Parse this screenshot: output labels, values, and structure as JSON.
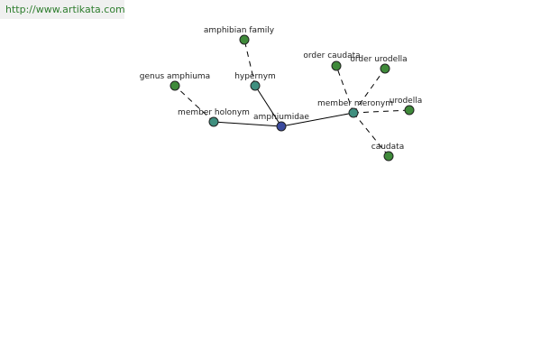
{
  "watermark": "http://www.artikata.com",
  "colors": {
    "center": "#3a4a9e",
    "relation": "#3f8f7f",
    "leaf": "#3f8a3a"
  },
  "nodes": [
    {
      "id": "amphiumidae",
      "label": "amphiumidae",
      "kind": "center"
    },
    {
      "id": "member-holonym",
      "label": "member holonym",
      "kind": "relation"
    },
    {
      "id": "hypernym",
      "label": "hypernym",
      "kind": "relation"
    },
    {
      "id": "member-meronym",
      "label": "member meronym",
      "kind": "relation"
    },
    {
      "id": "genus-amphiuma",
      "label": "genus amphiuma",
      "kind": "leaf"
    },
    {
      "id": "amphibian-family",
      "label": "amphibian family",
      "kind": "leaf"
    },
    {
      "id": "order-caudata",
      "label": "order caudata",
      "kind": "leaf"
    },
    {
      "id": "order-urodella",
      "label": "order urodella",
      "kind": "leaf"
    },
    {
      "id": "urodella",
      "label": "urodella",
      "kind": "leaf"
    },
    {
      "id": "caudata",
      "label": "caudata",
      "kind": "leaf"
    }
  ],
  "edges": [
    {
      "from": "amphiumidae",
      "to": "member-holonym",
      "style": "solid"
    },
    {
      "from": "amphiumidae",
      "to": "hypernym",
      "style": "solid"
    },
    {
      "from": "amphiumidae",
      "to": "member-meronym",
      "style": "solid"
    },
    {
      "from": "member-holonym",
      "to": "genus-amphiuma",
      "style": "dashed"
    },
    {
      "from": "hypernym",
      "to": "amphibian-family",
      "style": "dashed"
    },
    {
      "from": "member-meronym",
      "to": "order-caudata",
      "style": "dashed"
    },
    {
      "from": "member-meronym",
      "to": "order-urodella",
      "style": "dashed"
    },
    {
      "from": "member-meronym",
      "to": "urodella",
      "style": "dashed"
    },
    {
      "from": "member-meronym",
      "to": "caudata",
      "style": "dashed"
    }
  ]
}
